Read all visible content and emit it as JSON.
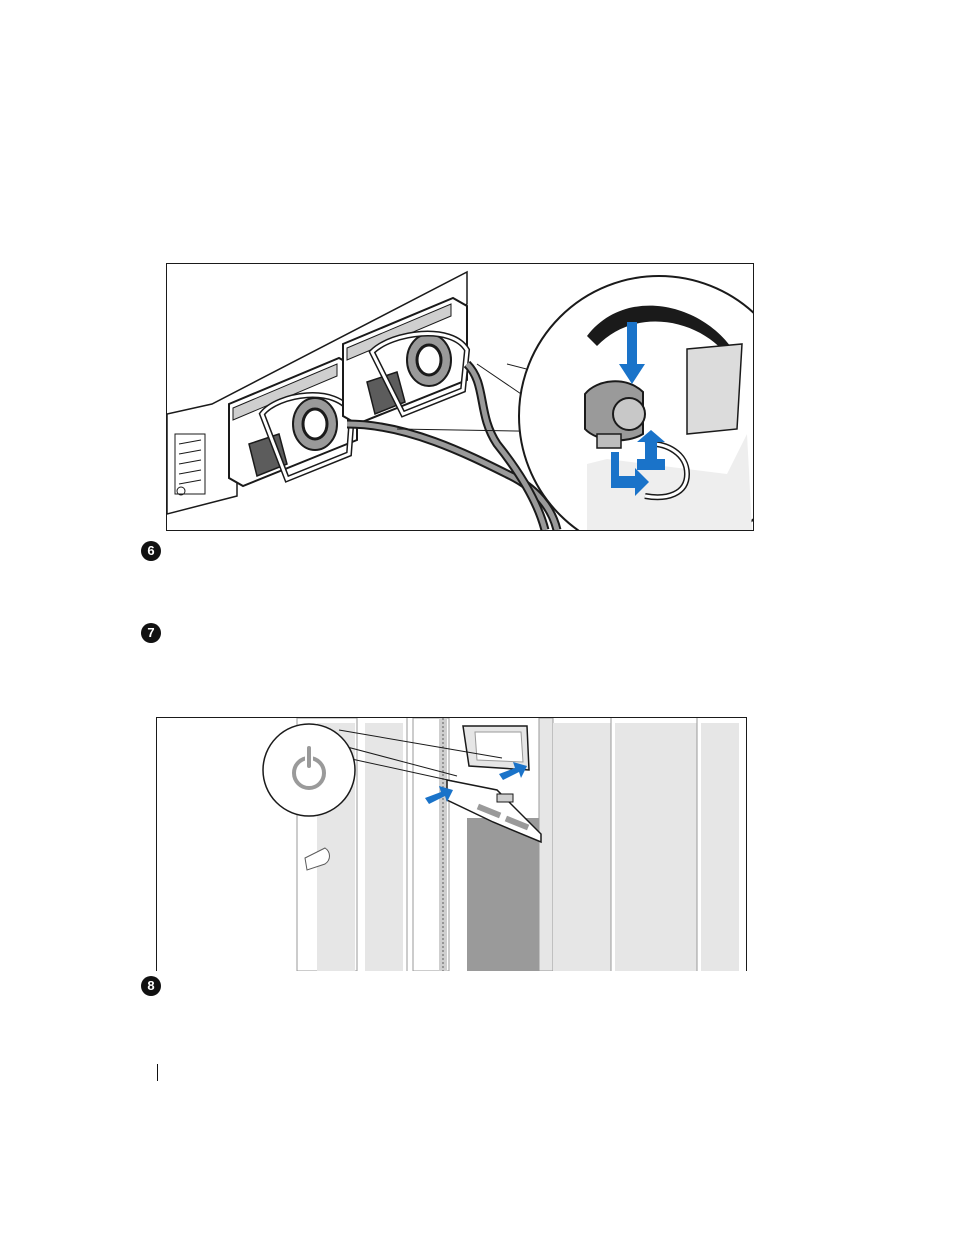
{
  "steps": [
    {
      "number": "6"
    },
    {
      "number": "7"
    },
    {
      "number": "8"
    }
  ],
  "figures": {
    "psu": {
      "icons": [
        "power-cord-icon",
        "arrow-icon",
        "cable-retention-clip-icon"
      ]
    },
    "rack": {
      "icons": [
        "power-button-icon",
        "arrow-icon"
      ]
    }
  },
  "colors": {
    "arrow": "#1a73c9",
    "line": "#1a1a1a",
    "panel": "#e6e6e6",
    "shade": "#9a9a9a",
    "dark": "#5c5c5c"
  }
}
